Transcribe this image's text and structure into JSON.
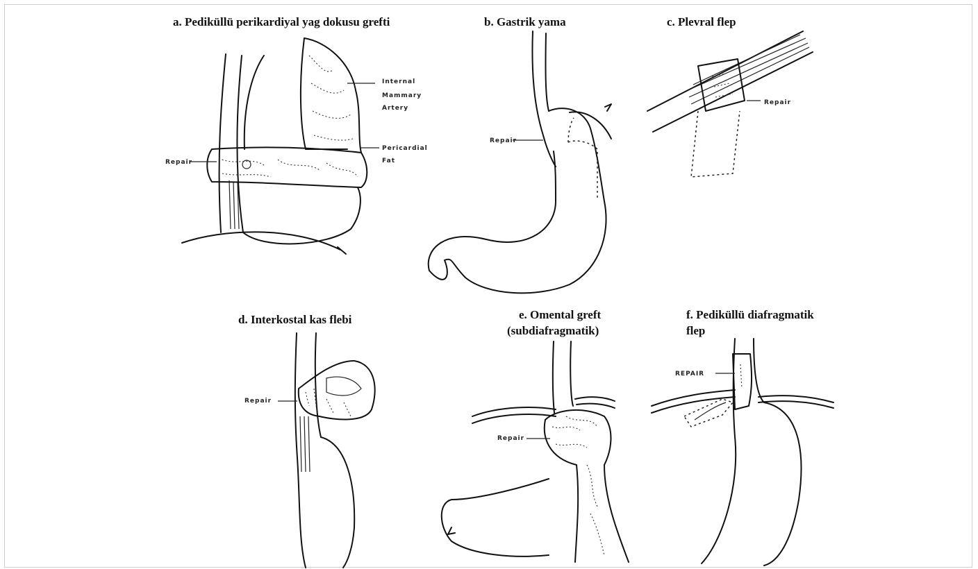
{
  "panels": {
    "a": {
      "title": "a. Pedikül­lü perikardiyal yag dokusu grefti",
      "labels": {
        "internal_1": "Internal",
        "internal_2": "Mammary",
        "internal_3": "Artery",
        "pericardial_1": "Pericardial",
        "pericardial_2": "Fat",
        "repair": "Repair"
      }
    },
    "b": {
      "title": "b. Gastrik yama",
      "labels": {
        "repair": "Repair"
      }
    },
    "c": {
      "title": "c. Plevral flep",
      "labels": {
        "repair": "Repair"
      }
    },
    "d": {
      "title": "d.  Interkostal kas flebi",
      "labels": {
        "repair": "Repair"
      }
    },
    "e": {
      "title_line1": "e. Omental greft",
      "title_line2": "(subdiafragmatik)",
      "labels": {
        "repair": "Repair"
      }
    },
    "f": {
      "title_line1": "f. Pediküllü diafragmatik",
      "title_line2": "flep",
      "labels": {
        "repair": "REPAIR"
      }
    }
  }
}
